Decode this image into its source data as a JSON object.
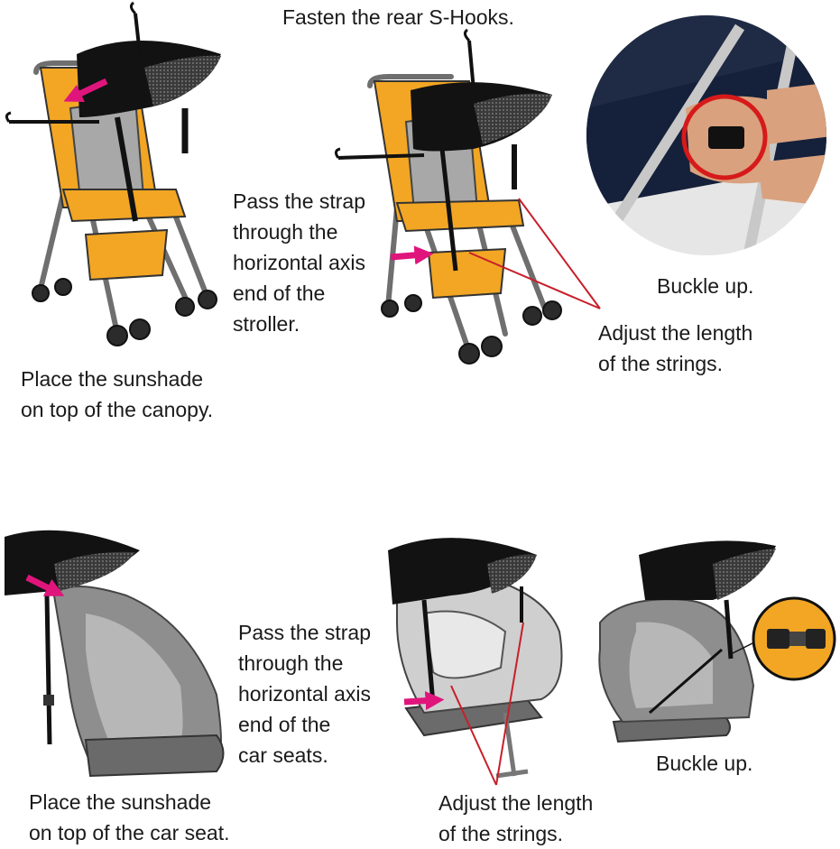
{
  "stroller_steps": {
    "fasten": "Fasten the rear S-Hooks.",
    "place": "Place the sunshade\non top of the canopy.",
    "pass": "Pass the strap\nthrough the\nhorizontal axis\nend of the\nstroller.",
    "adjust": "Adjust the length\nof the strings.",
    "buckle": "Buckle up."
  },
  "carseat_steps": {
    "place": "Place the sunshade\non top of the car seat.",
    "pass": "Pass the strap\nthrough the\nhorizontal axis\nend of the\ncar seats.",
    "adjust": "Adjust the length\nof the strings.",
    "buckle": "Buckle up."
  },
  "colors": {
    "shade": "#121212",
    "frame_orange": "#f2a624",
    "seat_gray": "#9a9a9a",
    "arrow_magenta": "#e0157c",
    "guide_red": "#c81f2a"
  },
  "icons": [
    "magenta-arrow-icon",
    "s-hook-icon",
    "buckle-icon",
    "red-circle-highlight-icon"
  ]
}
